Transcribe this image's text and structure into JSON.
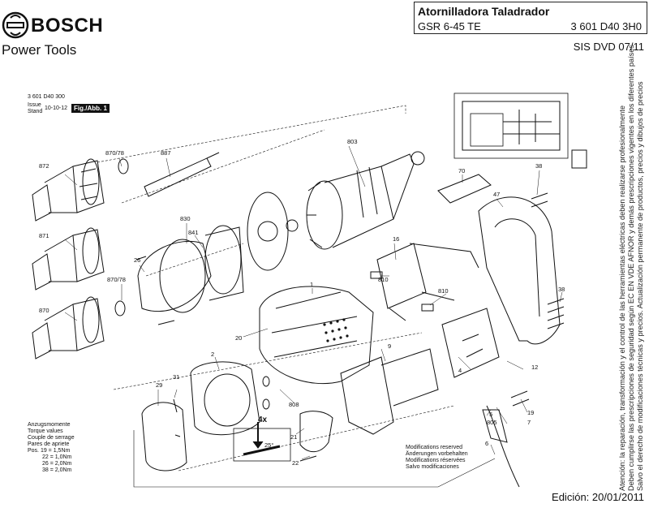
{
  "header": {
    "brand": "BOSCH",
    "subtitle": "Power Tools",
    "title": "Atornilladora Taladrador",
    "model": "GSR 6-45 TE",
    "code": "3 601 D40 3H0",
    "sis": "SIS DVD 07/11"
  },
  "diagram": {
    "part_code": "3 601 D40 300",
    "issue_label": "Issue",
    "stand_label": "Stand",
    "issue_date": "10-10-12",
    "fig_label": "Fig./Abb. 1",
    "torque": {
      "lines": [
        "Anzugsmomente",
        "Torque values",
        "Couple de serrage",
        "Pares de apriete",
        "Pos. 19 = 1,5Nm",
        "22 = 1,0Nm",
        "26 = 2,0Nm",
        "38 = 2,0Nm"
      ]
    },
    "modifications": [
      "Modifications reserved",
      "Änderungen vorbehalten",
      "Modifications réservées",
      "Salvo modificaciones"
    ],
    "multiplier": "4x",
    "angle": "25°",
    "callouts": [
      "872",
      "870/78",
      "887",
      "803",
      "70",
      "47",
      "38",
      "830",
      "841",
      "871",
      "26",
      "16",
      "810",
      "810",
      "870/78",
      "870",
      "1",
      "38",
      "20",
      "2",
      "9",
      "4",
      "12",
      "31",
      "29",
      "808",
      "5",
      "805",
      "19",
      "7",
      "21",
      "6",
      "22"
    ]
  },
  "footer": {
    "edition": "Edición: 20/01/2011"
  },
  "side_note": [
    "Atención: la reparación, transformación y el control de las herramientas eléctricas deben realizarse profesionalmente",
    "Deben cumplirse las prescripciones de seguridad según EC EN VDE AFNOR y demás prescripciones vigentes en los diferentes países",
    "Salvo el derecho de modificaciones técnicas y precios. Actualización permanente de productos, precios y dibujos de precios"
  ]
}
